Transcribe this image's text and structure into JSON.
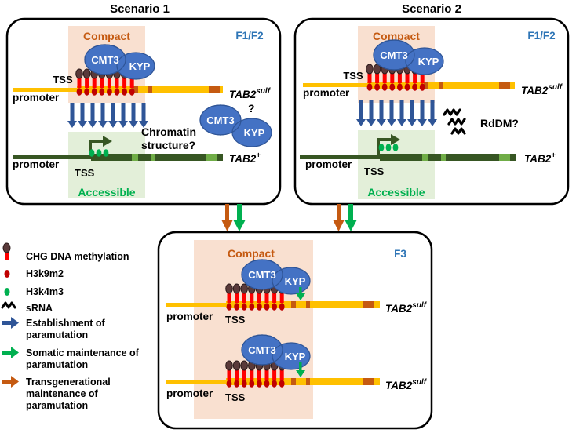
{
  "scenario1": {
    "title": "Scenario 1",
    "generation": "F1/F2",
    "compact_label": "Compact",
    "accessible_label": "Accessible",
    "protein1": "CMT3",
    "protein2": "KYP",
    "free_protein1": "CMT3",
    "free_protein2": "KYP",
    "question_mark": "?",
    "question_line1": "Chromatin",
    "question_line2": "structure?",
    "tss_top": "TSS",
    "promoter_top": "promoter",
    "gene_top_base": "TAB2",
    "gene_top_sup": "sulf",
    "tss_bottom": "TSS",
    "promoter_bottom": "promoter",
    "gene_bottom_base": "TAB2",
    "gene_bottom_sup": "+"
  },
  "scenario2": {
    "title": "Scenario 2",
    "generation": "F1/F2",
    "compact_label": "Compact",
    "accessible_label": "Accessible",
    "protein1": "CMT3",
    "protein2": "KYP",
    "rddm_label": "RdDM?",
    "tss_top": "TSS",
    "promoter_top": "promoter",
    "gene_top_base": "TAB2",
    "gene_top_sup": "sulf",
    "tss_bottom": "TSS",
    "promoter_bottom": "promoter",
    "gene_bottom_base": "TAB2",
    "gene_bottom_sup": "+"
  },
  "f3": {
    "generation": "F3",
    "compact_label": "Compact",
    "protein1": "CMT3",
    "protein2": "KYP",
    "promoter_1": "promoter",
    "tss_1": "TSS",
    "gene_1_base": "TAB2",
    "gene_1_sup": "sulf",
    "promoter_2": "promoter",
    "tss_2": "TSS",
    "gene_2_base": "TAB2",
    "gene_2_sup": "sulf"
  },
  "legend": {
    "chg": "CHG DNA methylation",
    "h3k9": "H3k9m2",
    "h3k4": "H3k4m3",
    "srna": "sRNA",
    "establishment_1": "Establishment of",
    "establishment_2": "paramutation",
    "somatic_1": "Somatic maintenance of",
    "somatic_2": "paramutation",
    "transgen_1": "Transgenerational",
    "transgen_2": "maintenance of",
    "transgen_3": "paramutation"
  },
  "colors": {
    "compact_bg": "#f9e0d0",
    "accessible_bg": "#e3efd9",
    "protein": "#4472c4",
    "gene_yellow": "#ffc000",
    "gene_dark_green": "#375623",
    "methyl_red": "#ff0000",
    "h3k9_red": "#c00000",
    "h3k4_green": "#00b050",
    "blue_arrow": "#2f5597",
    "green_arrow": "#00b050",
    "orange_arrow": "#c55a11",
    "label_orange": "#c55a11",
    "label_green": "#00b050",
    "label_blue": "#2e75b6"
  }
}
